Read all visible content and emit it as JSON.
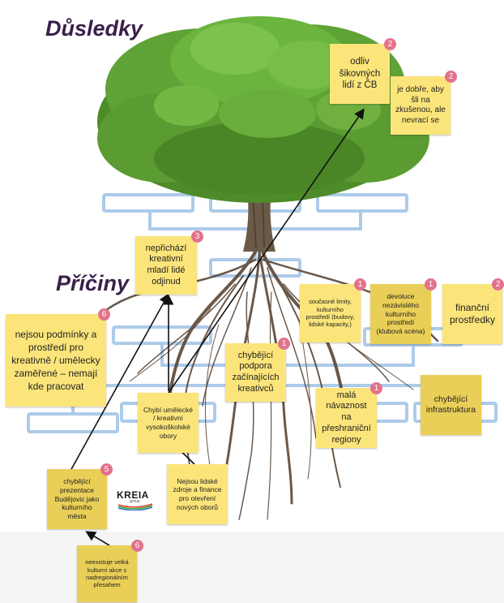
{
  "titles": {
    "consequences": "Důsledky",
    "causes": "Příčiny"
  },
  "logo": {
    "name": "KREIA",
    "sub": "group"
  },
  "notes": [
    {
      "id": "odliv",
      "text": "odliv šikovných lidí z ČB",
      "badge": "2"
    },
    {
      "id": "zkusenou",
      "text": "je dobře, aby šli na zkušenou, ale nevrací se",
      "badge": "2"
    },
    {
      "id": "neprichazi",
      "text": "nepřichází kreativní mladí lidé odjinud",
      "badge": "3"
    },
    {
      "id": "soucasne",
      "text": "současné limity, kulturního prostředí (budovy, lidské kapacity,)",
      "badge": "1"
    },
    {
      "id": "devoluce",
      "text": "devoluce nezávislého kulturního prostředí (klubová scéna)",
      "badge": "1"
    },
    {
      "id": "financni",
      "text": "finanční prostředky",
      "badge": "2"
    },
    {
      "id": "podminky",
      "text": "nejsou podmínky a prostředí pro kreativně / umělecky zaměřené – nemají kde pracovat",
      "badge": "6"
    },
    {
      "id": "podpora",
      "text": "chybějící podpora začínajících kreativců",
      "badge": "1"
    },
    {
      "id": "navaznost",
      "text": "malá návaznost na přeshraniční regiony",
      "badge": "1"
    },
    {
      "id": "infrastruktura",
      "text": "chybějící infrastruktura",
      "badge": ""
    },
    {
      "id": "obory",
      "text": "Chybí umělecké / kreativní vysokoškolské obory",
      "badge": ""
    },
    {
      "id": "zdroje",
      "text": "Nejsou lidské zdroje a finance pro otevření nových oborů",
      "badge": ""
    },
    {
      "id": "prezentace",
      "text": "chybějící prezentace Budějovic jako kulturního města",
      "badge": "5"
    },
    {
      "id": "akce",
      "text": "neexistuje velká kulturní akce s nadregionálním přesahem",
      "badge": "6"
    }
  ],
  "colors": {
    "sticky": "#fbe57a",
    "sticky_dark": "#e9cf57",
    "badge": "#e2728b",
    "title": "#3a1f4a",
    "frame": "#9fc3e6"
  }
}
